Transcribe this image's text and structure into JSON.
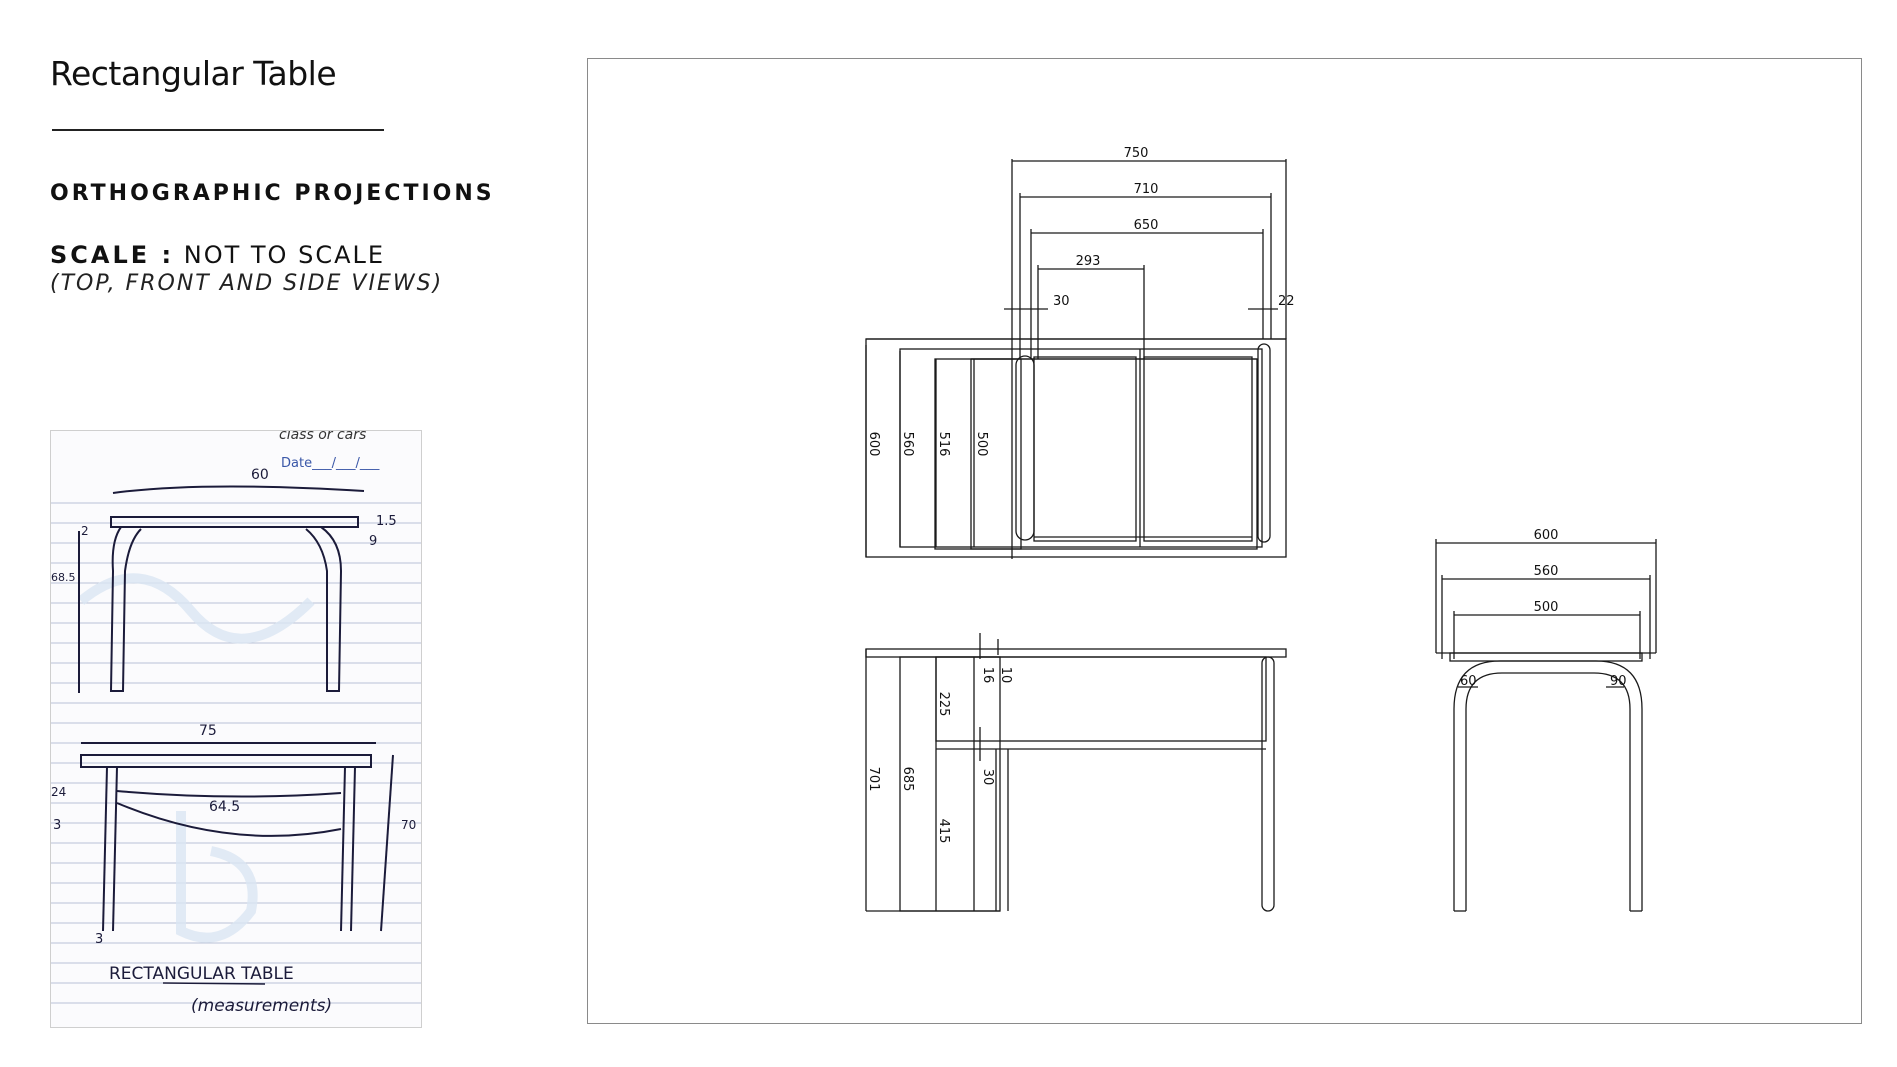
{
  "header": {
    "title": "Rectangular Table",
    "subtitle": "ORTHOGRAPHIC PROJECTIONS",
    "scale_label": "SCALE :",
    "scale_value": "NOT TO SCALE",
    "views_note": "(TOP, FRONT AND SIDE VIEWS)"
  },
  "sketch": {
    "date_label": "Date___/___/___",
    "top_label": "class or cars",
    "caption": "RECTANGULAR TABLE",
    "caption_sub": "(measurements)",
    "dims": {
      "d60": "60",
      "d2a": "2",
      "d1_5": "1.5",
      "d9": "9",
      "d68_5": "68.5",
      "d75": "75",
      "d64_5": "64.5",
      "d24": "24",
      "d3a": "3",
      "d70": "70",
      "d3b": "3"
    }
  },
  "drawing": {
    "top_view": {
      "w750": "750",
      "w710": "710",
      "w650": "650",
      "w293": "293",
      "w30": "30",
      "w22": "22",
      "h600": "600",
      "h560": "560",
      "h516": "516",
      "h500": "500"
    },
    "front_view": {
      "h701": "701",
      "h685": "685",
      "h225": "225",
      "h415": "415",
      "h16": "16",
      "h10": "10",
      "h30": "30"
    },
    "side_view": {
      "w600": "600",
      "w560": "560",
      "w500": "500",
      "r60": "60",
      "r90": "90"
    }
  }
}
